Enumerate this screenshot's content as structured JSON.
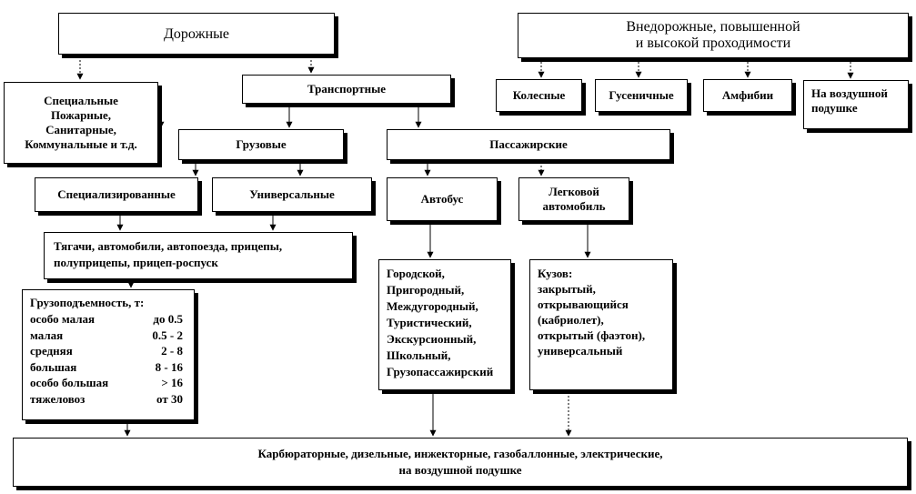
{
  "boxes": {
    "road": "Дорожные",
    "offroad": "Внедорожные,  повышенной\nи высокой проходимости",
    "special": "Специальные\nПожарные,\nСанитарные,\nКоммунальные и т.д.",
    "transport": "Транспортные",
    "wheeled": "Колесные",
    "tracked": "Гусеничные",
    "amphibian": "Амфибии",
    "aircushion": "На воздушной\nподушке",
    "cargo": "Грузовые",
    "passenger": "Пассажирские",
    "specialized": "Специализированные",
    "universal": "Универсальные",
    "bus": "Автобус",
    "car": "Легковой\nавтомобиль",
    "tractors": "Тягачи,  автомобили, автопоезда, прицепы,\nполуприцепы,  прицеп-роспуск",
    "bus_types": "Городской,\nПригородный,\nМеждугородный,\nТуристический,\nЭкскурсионный,\nШкольный,\nГрузопассажирский",
    "body_types": "Кузов:\nзакрытый,\nоткрывающийся\n(кабриолет),\nоткрытый (фаэтон),\nуниверсальный",
    "engines": "Карбюраторные, дизельные, инжекторные, газобаллонные, электрические,\nна воздушной подушке"
  },
  "capacity": {
    "title": "Грузоподъемность,  т:",
    "rows": [
      {
        "label": "особо малая",
        "value": "до 0.5"
      },
      {
        "label": "малая",
        "value": "0.5 - 2"
      },
      {
        "label": "средняя",
        "value": "2 - 8"
      },
      {
        "label": "большая",
        "value": "8 - 16"
      },
      {
        "label": "особо большая",
        "value": "> 16"
      },
      {
        "label": "тяжеловоз",
        "value": "от 30"
      }
    ]
  }
}
